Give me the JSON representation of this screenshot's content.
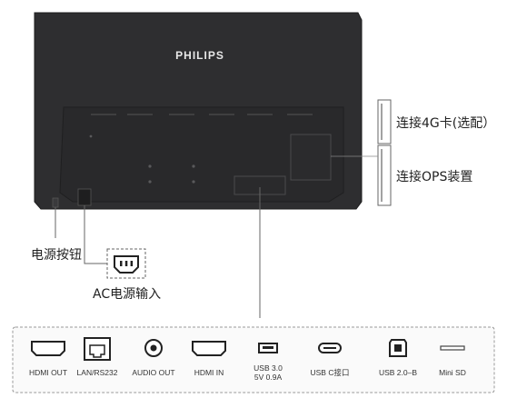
{
  "monitor": {
    "brand": "PHILIPS"
  },
  "callouts": {
    "sim_4g": "连接4G卡(选配）",
    "ops": "连接OPS装置",
    "power_button": "电源按钮",
    "ac_input": "AC电源输入"
  },
  "ports": [
    {
      "label": "HDMI OUT",
      "icon": "hdmi-port-icon"
    },
    {
      "label": "LAN/RS232",
      "icon": "lan-port-icon"
    },
    {
      "label": "AUDIO OUT",
      "icon": "audio-jack-icon"
    },
    {
      "label": "HDMI IN",
      "icon": "hdmi-port-icon"
    },
    {
      "label": "USB 3.0\n5V 0.9A",
      "icon": "usb-a-port-icon"
    },
    {
      "label": "USB C接口",
      "icon": "usb-c-port-icon"
    },
    {
      "label": "USB 2.0–B",
      "icon": "usb-b-port-icon"
    },
    {
      "label": "Mini SD",
      "icon": "mini-sd-slot-icon"
    }
  ],
  "colors": {
    "monitor_body": "#2e2e30",
    "monitor_panel": "#262628",
    "callout_line": "#555555",
    "dashed_border": "#9a9a9a"
  }
}
